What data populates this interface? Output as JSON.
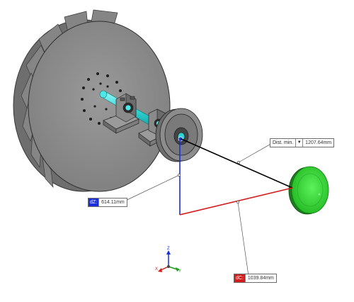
{
  "window": {
    "description": "3D CAD view of fan wheel assembly with shaft, pillow-block bearings and pulley, with measure tool dimensions"
  },
  "measurements": {
    "dz": {
      "label": "dZ:",
      "value": "614.11mm",
      "color": "#1a2fd8"
    },
    "dc": {
      "label": "dC:",
      "value": "1039.84mm",
      "color": "#d41c1c"
    },
    "dist": {
      "label": "Dist. min.",
      "value": "1207.64mm",
      "dropdown_icon": "caret-down-icon"
    }
  },
  "triad": {
    "axes": [
      "Z",
      "Y",
      "X"
    ],
    "colors": {
      "x": "#d41c1c",
      "y": "#1a9e1a",
      "z": "#1a2fd8"
    }
  },
  "colors": {
    "wheel": "#8d8d8d",
    "shaft": "#33e0e0",
    "selected_face": "#2fd62f",
    "measure_line": "#000000"
  }
}
